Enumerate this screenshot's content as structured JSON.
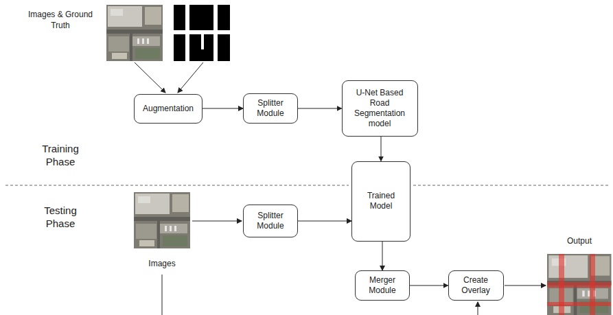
{
  "diagram": {
    "nodes": [
      {
        "text": [
          "Augmentation"
        ]
      },
      {
        "text": [
          "Splitter Module"
        ]
      },
      {
        "text": [
          "U-Net Based Road Segmentation model"
        ]
      },
      {
        "text": [
          "Trained Model"
        ]
      },
      {
        "text": [
          "Splitter Module"
        ]
      },
      {
        "text": [
          "Merger Module"
        ]
      },
      {
        "text": [
          "Create Overlay"
        ]
      }
    ],
    "edges": [
      {
        "from": 0,
        "to": 1,
        "arrow": "to"
      },
      {
        "from": 1,
        "to": 2,
        "arrow": "to"
      },
      {
        "from": 2,
        "to": 3,
        "arrow": "to"
      },
      {
        "from": 4,
        "to": 3,
        "arrow": "to"
      },
      {
        "from": 3,
        "to": 5,
        "arrow": "to"
      },
      {
        "from": 5,
        "to": 6,
        "arrow": "to"
      }
    ],
    "labels": [
      "Images & Ground Truth",
      "Training Phase",
      "Testing Phase",
      "Images",
      "Output"
    ]
  }
}
